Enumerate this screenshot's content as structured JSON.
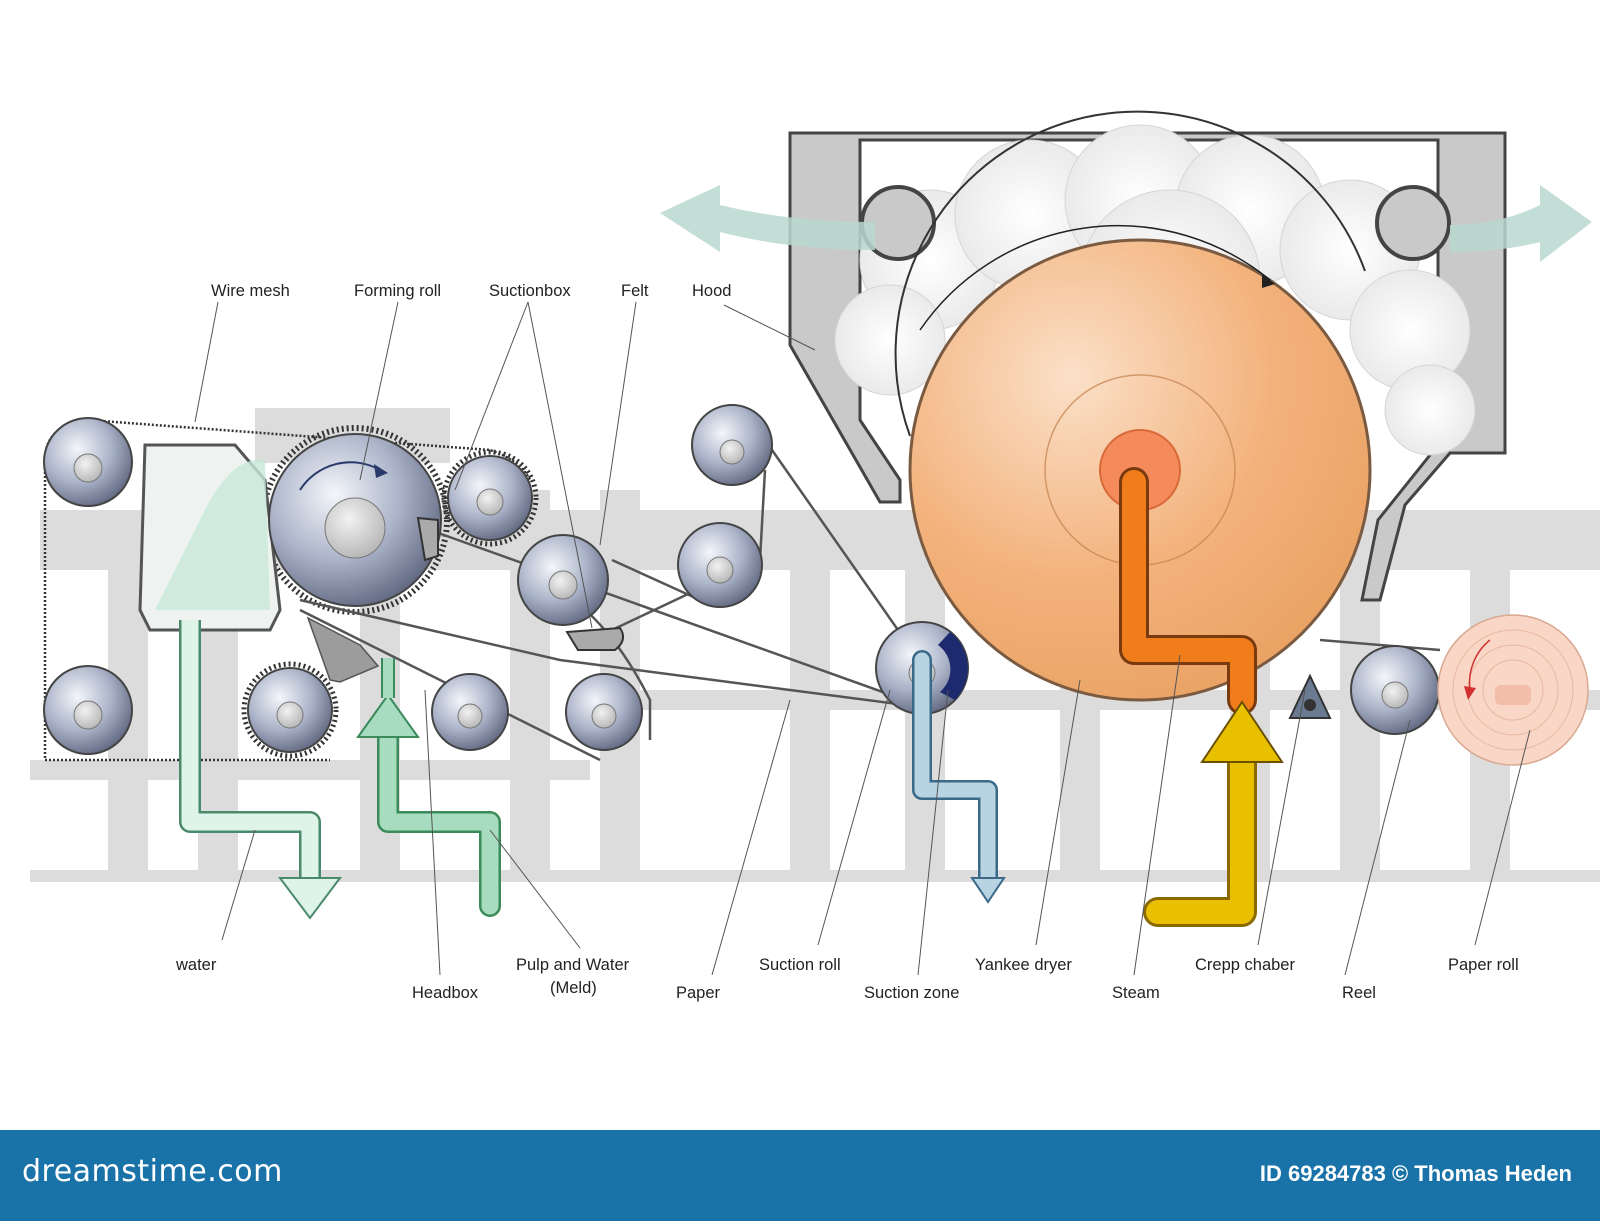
{
  "labels": {
    "wire_mesh": "Wire mesh",
    "forming_roll": "Forming roll",
    "suctionbox": "Suctionbox",
    "felt": "Felt",
    "hood": "Hood",
    "water": "water",
    "headbox": "Headbox",
    "pulp_and_water": "Pulp and Water",
    "meld": "(Meld)",
    "paper": "Paper",
    "suction_roll": "Suction roll",
    "suction_zone": "Suction zone",
    "yankee_dryer": "Yankee dryer",
    "steam": "Steam",
    "crepp_chaber": "Crepp chaber",
    "reel": "Reel",
    "paper_roll": "Paper roll"
  },
  "footer": {
    "logo": "dreamstime.com",
    "credit": "ID 69284783 © Thomas Heden"
  },
  "colors": {
    "footer_bg": "#1a73a8",
    "yankee": "#f3b27c",
    "steam_pipe": "#f07d1a",
    "steam_inlet": "#e8c000",
    "water_pipe": "#c8ecd8",
    "pulp_pipe": "#a8dcc0",
    "suction_pipe": "#b8d4e2",
    "paper_roll": "#fad6c6"
  }
}
